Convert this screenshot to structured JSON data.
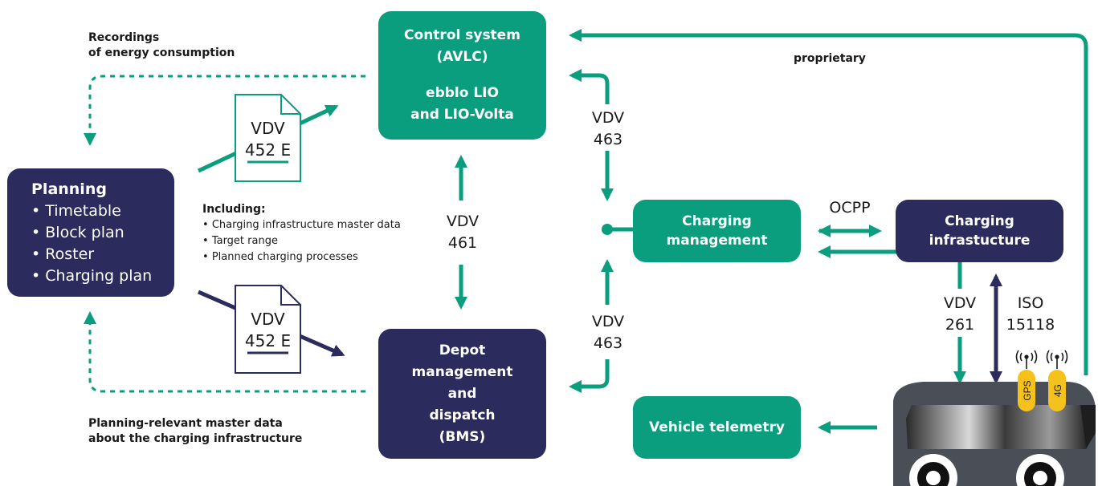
{
  "boxes": {
    "control": {
      "line1": "Control system",
      "line2": "(AVLC)",
      "line3": "ebblo LIO",
      "line4": "and LIO-Volta"
    },
    "charging_mgmt": {
      "line1": "Charging",
      "line2": "management"
    },
    "charging_infra": {
      "line1": "Charging",
      "line2": "infrastucture"
    },
    "depot": {
      "line1": "Depot",
      "line2": "management",
      "line3": "and",
      "line4": "dispatch",
      "line5": "(BMS)"
    },
    "telemetry": {
      "line1": "Vehicle telemetry"
    },
    "planning": {
      "title": "Planning",
      "items": [
        "Timetable",
        "Block plan",
        "Roster",
        "Charging plan"
      ]
    }
  },
  "labels": {
    "recordings_1": "Recordings",
    "recordings_2": "of energy consumption",
    "proprietary": "proprietary",
    "vdv463_top_1": "VDV",
    "vdv463_top_2": "463",
    "vdv463_bottom_1": "VDV",
    "vdv463_bottom_2": "463",
    "vdv461_1": "VDV",
    "vdv461_2": "461",
    "ocpp": "OCPP",
    "vdv261_1": "VDV",
    "vdv261_2": "261",
    "iso_1": "ISO",
    "iso_2": "15118",
    "planning_relevant_1": "Planning-relevant master data",
    "planning_relevant_2": "about the charging infrastructure",
    "including_title": "Including:",
    "including_items": [
      "Charging infrastructure master data",
      "Target range",
      "Planned charging processes"
    ]
  },
  "documents": {
    "top": {
      "line1": "VDV",
      "line2": "452 E"
    },
    "bottom": {
      "line1": "VDV",
      "line2": "452 E"
    }
  },
  "bus_tags": {
    "gps": "GPS",
    "cell": "4G"
  },
  "colors": {
    "green": "#0a9e7e",
    "navy": "#2b2b5e",
    "tag": "#f5c21b",
    "bus": "#4a4f57"
  },
  "icons": [
    "file-icon",
    "bus-icon",
    "antenna-icon"
  ]
}
